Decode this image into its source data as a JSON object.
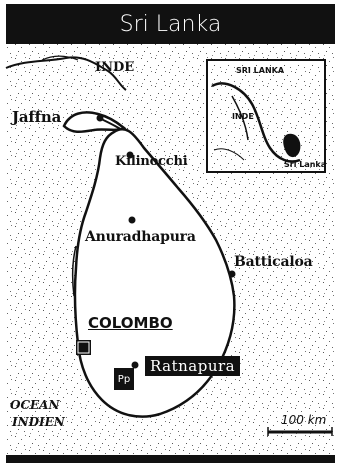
{
  "title": "Sri Lanka",
  "labels": {
    "inde": "INDE",
    "jaffna": "Jaffna",
    "kilinocchi": "Kilinocchi",
    "anuradhapura": "Anuradhapura",
    "batticaloa": "Batticaloa",
    "colombo": "COLOMBO",
    "ratnapura": "Ratnapura",
    "pp": "Pp",
    "ocean_line1": "OCEAN",
    "ocean_line2": "INDIEN",
    "scale": "100 km"
  },
  "inset": {
    "label_top": "SRI LANKA",
    "label_side": "INDE",
    "label_bottom": "Sri Lanka"
  },
  "colors": {
    "ink": "#111111",
    "background": "#ffffff"
  }
}
